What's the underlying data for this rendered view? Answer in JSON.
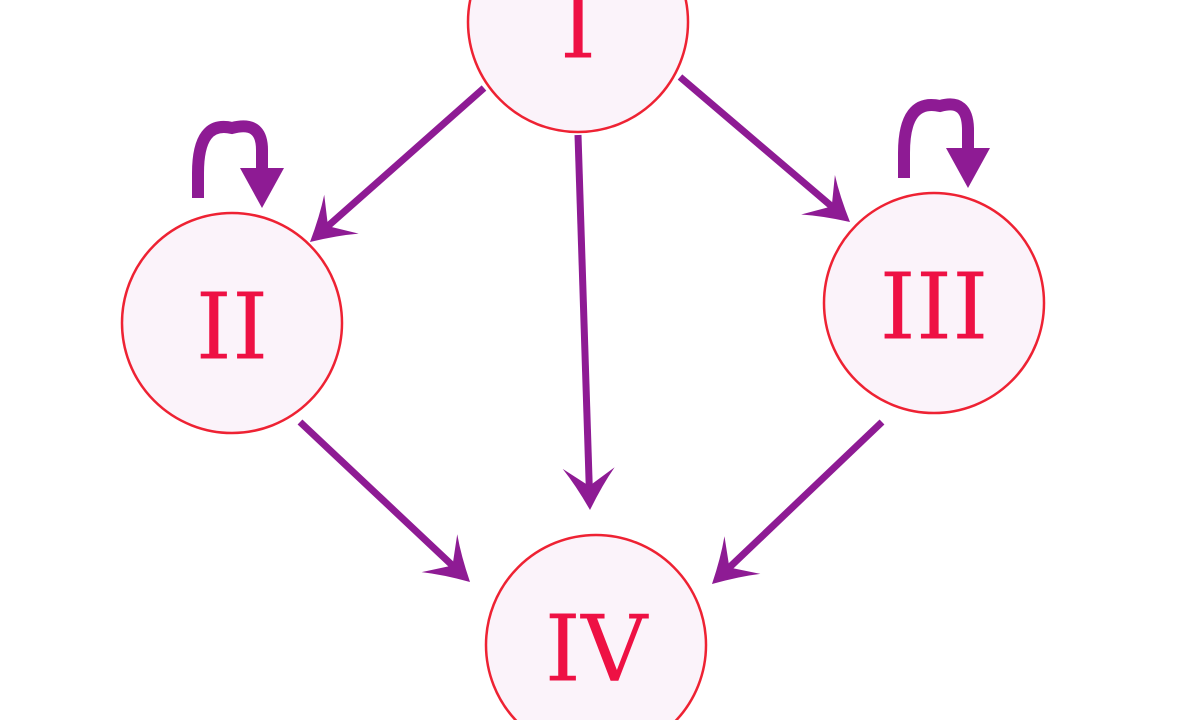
{
  "colors": {
    "background": "#ffffff",
    "node_fill": "#fbf3fa",
    "node_stroke": "#ee2233",
    "label": "#ee1144",
    "edge": "#8e1b94"
  },
  "nodes": [
    {
      "id": "I",
      "label": "I"
    },
    {
      "id": "II",
      "label": "II"
    },
    {
      "id": "III",
      "label": "III"
    },
    {
      "id": "IV",
      "label": "IV"
    }
  ],
  "edges": [
    {
      "from": "I",
      "to": "II"
    },
    {
      "from": "I",
      "to": "IV"
    },
    {
      "from": "I",
      "to": "III"
    },
    {
      "from": "II",
      "to": "IV"
    },
    {
      "from": "III",
      "to": "IV"
    },
    {
      "from": "II",
      "to": "II",
      "type": "self-loop"
    },
    {
      "from": "III",
      "to": "III",
      "type": "self-loop"
    }
  ]
}
